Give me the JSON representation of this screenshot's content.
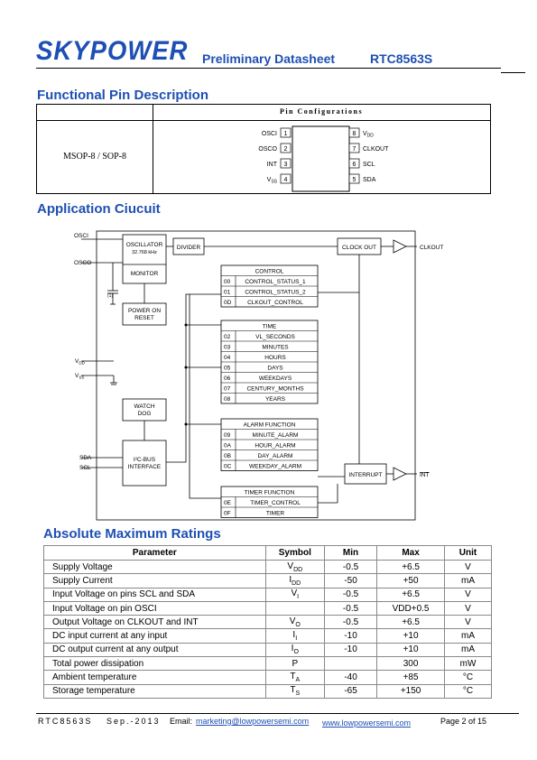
{
  "header": {
    "brand": "SKYPOWER",
    "doc_type": "Preliminary  Datasheet",
    "part": "RTC8563S"
  },
  "pin_section": {
    "title": "Functional Pin Description",
    "config_header": "Pin Configurations",
    "package": "MSOP-8 / SOP-8",
    "left_pins": [
      {
        "name": "OSCI",
        "num": "1"
      },
      {
        "name": "OSCO",
        "num": "2"
      },
      {
        "name": "INT",
        "num": "3"
      },
      {
        "name": "VSS",
        "num": "4"
      }
    ],
    "right_pins": [
      {
        "num": "8",
        "name": "VDD"
      },
      {
        "num": "7",
        "name": "CLKOUT"
      },
      {
        "num": "6",
        "name": "SCL"
      },
      {
        "num": "5",
        "name": "SDA"
      }
    ]
  },
  "app_section": {
    "title": "Application Ciucuit",
    "labels": {
      "osci": "OSCI",
      "osco": "OSCO",
      "vdd": "V",
      "vdd_sub": "DD",
      "vss": "V",
      "vss_sub": "SS",
      "sda": "SDA",
      "scl": "SCL",
      "clkout": "CLKOUT",
      "int": "INT",
      "oscillator": "OSCILLATOR",
      "freq": "32.768 kHz",
      "monitor": "MONITOR",
      "divider": "DIVIDER",
      "clock_out": "CLOCK OUT",
      "power_on": "POWER ON",
      "reset": "RESET",
      "cap_note": "(1)",
      "watch": "WATCH",
      "dog": "DOG",
      "i2c1": "I²C-BUS",
      "i2c2": "INTERFACE",
      "interrupt": "INTERRUPT"
    },
    "register_groups": [
      {
        "title": "CONTROL",
        "rows": [
          [
            "00",
            "CONTROL_STATUS_1"
          ],
          [
            "01",
            "CONTROL_STATUS_2"
          ],
          [
            "0D",
            "CLKOUT_CONTROL"
          ]
        ]
      },
      {
        "title": "TIME",
        "rows": [
          [
            "02",
            "VL_SECONDS"
          ],
          [
            "03",
            "MINUTES"
          ],
          [
            "04",
            "HOURS"
          ],
          [
            "05",
            "DAYS"
          ],
          [
            "06",
            "WEEKDAYS"
          ],
          [
            "07",
            "CENTURY_MONTHS"
          ],
          [
            "08",
            "YEARS"
          ]
        ]
      },
      {
        "title": "ALARM FUNCTION",
        "rows": [
          [
            "09",
            "MINUTE_ALARM"
          ],
          [
            "0A",
            "HOUR_ALARM"
          ],
          [
            "0B",
            "DAY_ALARM"
          ],
          [
            "0C",
            "WEEKDAY_ALARM"
          ]
        ]
      },
      {
        "title": "TIMER FUNCTION",
        "rows": [
          [
            "0E",
            "TIMER_CONTROL"
          ],
          [
            "0F",
            "TIMER"
          ]
        ]
      }
    ]
  },
  "ratings": {
    "title": "Absolute Maximum Ratings",
    "headers": [
      "Parameter",
      "Symbol",
      "Min",
      "Max",
      "Unit"
    ],
    "rows": [
      {
        "param": "Supply Voltage",
        "sym": "V",
        "sub": "DD",
        "min": "-0.5",
        "max": "+6.5",
        "unit": "V"
      },
      {
        "param": "Supply Current",
        "sym": "I",
        "sub": "DD",
        "min": "-50",
        "max": "+50",
        "unit": "mA"
      },
      {
        "param": "Input Voltage on pins SCL and SDA",
        "sym": "V",
        "sub": "I",
        "min": "-0.5",
        "max": "+6.5",
        "unit": "V"
      },
      {
        "param": "Input Voltage on pin OSCI",
        "sym": "",
        "sub": "",
        "min": "-0.5",
        "max": "VDD+0.5",
        "unit": "V"
      },
      {
        "param": "Output Voltage on CLKOUT and  INT",
        "sym": "V",
        "sub": "O",
        "min": "-0.5",
        "max": "+6.5",
        "unit": "V"
      },
      {
        "param": "DC input current at any input",
        "sym": "I",
        "sub": "I",
        "min": "-10",
        "max": "+10",
        "unit": "mA"
      },
      {
        "param": "DC output current at any output",
        "sym": "I",
        "sub": "O",
        "min": "-10",
        "max": "+10",
        "unit": "mA"
      },
      {
        "param": "Total power dissipation",
        "sym": "P",
        "sub": "",
        "min": "",
        "max": "300",
        "unit": "mW"
      },
      {
        "param": "Ambient temperature",
        "sym": "T",
        "sub": "A",
        "min": "-40",
        "max": "+85",
        "unit": "°C"
      },
      {
        "param": "Storage temperature",
        "sym": "T",
        "sub": "S",
        "min": "-65",
        "max": "+150",
        "unit": "°C"
      }
    ]
  },
  "footer": {
    "part": "RTC8563S",
    "date": "Sep.-2013",
    "email_label": "Email:",
    "email": "marketing@lowpowersemi.com",
    "web": "www.lowpowersemi.com",
    "page": "Page 2 of 15"
  }
}
